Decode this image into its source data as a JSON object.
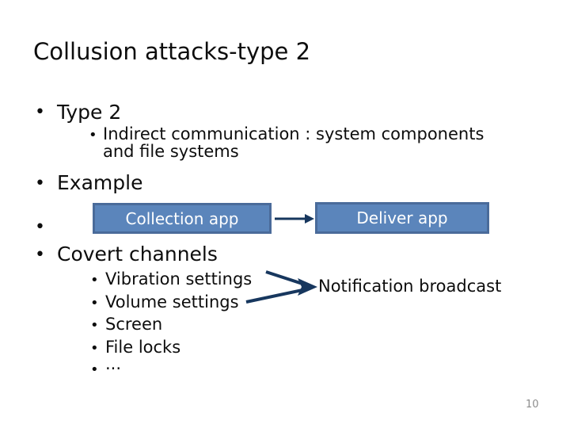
{
  "slide": {
    "title": "Collusion attacks-type 2",
    "bullet_char": "•",
    "page_number": "10",
    "bullets": {
      "type2": "Type 2",
      "indirect_line1": "Indirect communication : system components",
      "indirect_line2": "and file systems",
      "example": "Example",
      "covert": "Covert channels",
      "covert_items": [
        "Vibration settings",
        "Volume settings",
        "Screen",
        "File locks",
        "..."
      ]
    },
    "diagram": {
      "collection_box_label": "Collection app",
      "deliver_box_label": "Deliver app",
      "notification_label": "Notification broadcast"
    },
    "colors": {
      "background": "#ffffff",
      "text": "#0d0d0d",
      "box_fill": "#5b85bb",
      "box_border": "#4a6b9a",
      "box_text": "#ffffff",
      "arrow": "#17375e",
      "page_number": "#8c8c8c"
    }
  }
}
